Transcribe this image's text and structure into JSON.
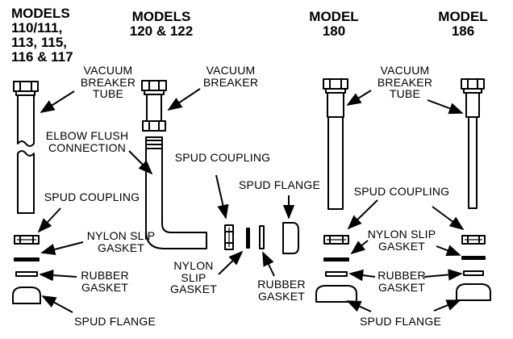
{
  "headers": {
    "left": "MODELS\n110/111,\n113, 115,\n116 & 117",
    "center": "MODELS\n120 & 122",
    "model180": "MODEL\n180",
    "model186": "MODEL\n186"
  },
  "labels": {
    "vacuum_breaker_tube_left": "VACUUM\nBREAKER\nTUBE",
    "vacuum_breaker_center": "VACUUM\nBREAKER",
    "vacuum_breaker_tube_right": "VACUUM\nBREAKER\nTUBE",
    "elbow_flush_connection": "ELBOW FLUSH\nCONNECTION",
    "spud_coupling_left": "SPUD COUPLING",
    "spud_coupling_center": "SPUD COUPLING",
    "spud_coupling_right": "SPUD COUPLING",
    "spud_flange_center": "SPUD FLANGE",
    "nylon_slip_gasket_left": "NYLON SLIP\nGASKET",
    "nylon_slip_gasket_center": "NYLON\nSLIP\nGASKET",
    "nylon_slip_gasket_right": "NYLON SLIP\nGASKET",
    "rubber_gasket_left": "RUBBER\nGASKET",
    "rubber_gasket_center": "RUBBER\nGASKET",
    "rubber_gasket_right": "RUBBER\nGASKET",
    "spud_flange_left": "SPUD FLANGE",
    "spud_flange_right": "SPUD FLANGE"
  }
}
